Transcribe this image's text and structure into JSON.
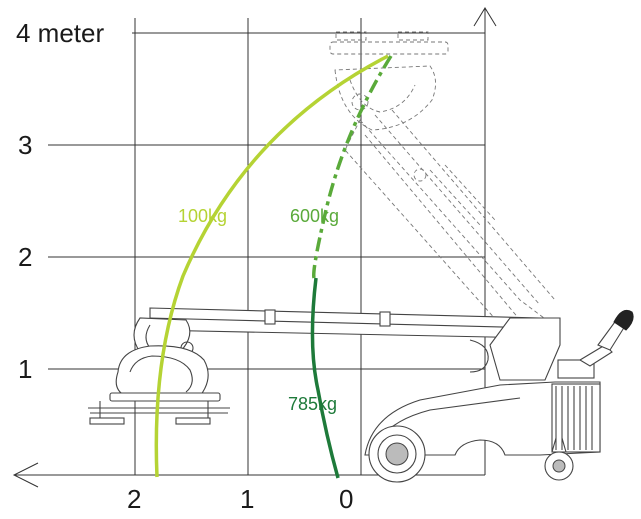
{
  "chart_data": {
    "type": "line",
    "x_axis": {
      "ticks": [
        "2",
        "1",
        "0"
      ],
      "direction": "right-to-left"
    },
    "y_axis": {
      "ticks": [
        "1",
        "2",
        "3",
        "4 meter"
      ]
    },
    "grid": true,
    "series": [
      {
        "name": "100kg",
        "color": "#b5d334"
      },
      {
        "name": "600kg",
        "color": "#5aaa3a",
        "style": "dashed"
      },
      {
        "name": "785kg",
        "color": "#1e7a3a"
      }
    ]
  }
}
